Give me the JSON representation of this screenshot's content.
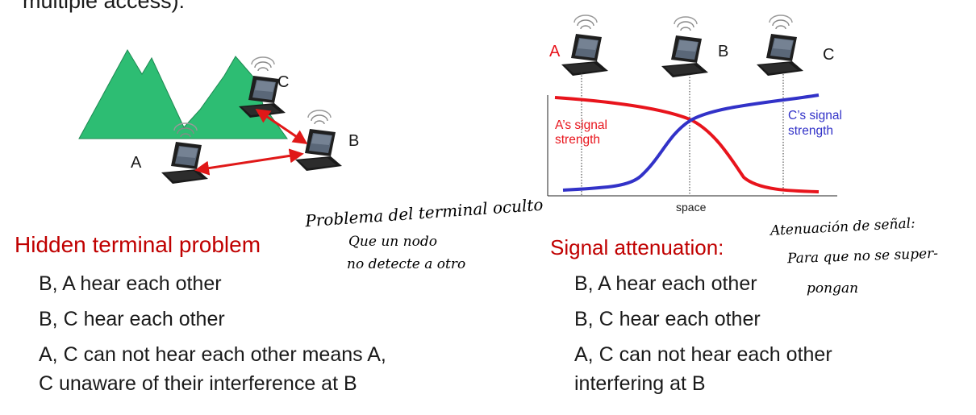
{
  "header": {
    "text": "multiple access):"
  },
  "hidden_terminal": {
    "labels": {
      "a": "A",
      "b": "B",
      "c": "C"
    },
    "title": "Hidden terminal problem",
    "bullets": [
      "B, A hear each other",
      "B, C hear each other",
      "A, C can not hear each other means A,",
      "C unaware of their interference at B"
    ],
    "handwritten": [
      "Problema del terminal oculto",
      "Que un nodo",
      "no detecte a otro"
    ]
  },
  "signal_attenuation": {
    "labels": {
      "a": "A",
      "b": "B",
      "c": "C"
    },
    "title": "Signal attenuation:",
    "bullets": [
      "B, A hear each other",
      "B, C hear each other",
      "A, C can not hear each other",
      "interfering at B"
    ],
    "handwritten": [
      "Atenuación de señal:",
      "Para que no se super-",
      "pongan"
    ]
  },
  "chart_data": {
    "type": "line",
    "xlabel": "space",
    "series": [
      {
        "name": "A’s signal strength",
        "color": "#e8141c"
      },
      {
        "name": "C’s signal strength",
        "color": "#3232c8"
      }
    ]
  },
  "colors": {
    "red_text": "#c00000",
    "arrow_red": "#e01818",
    "mountain": "#2dbd73"
  }
}
